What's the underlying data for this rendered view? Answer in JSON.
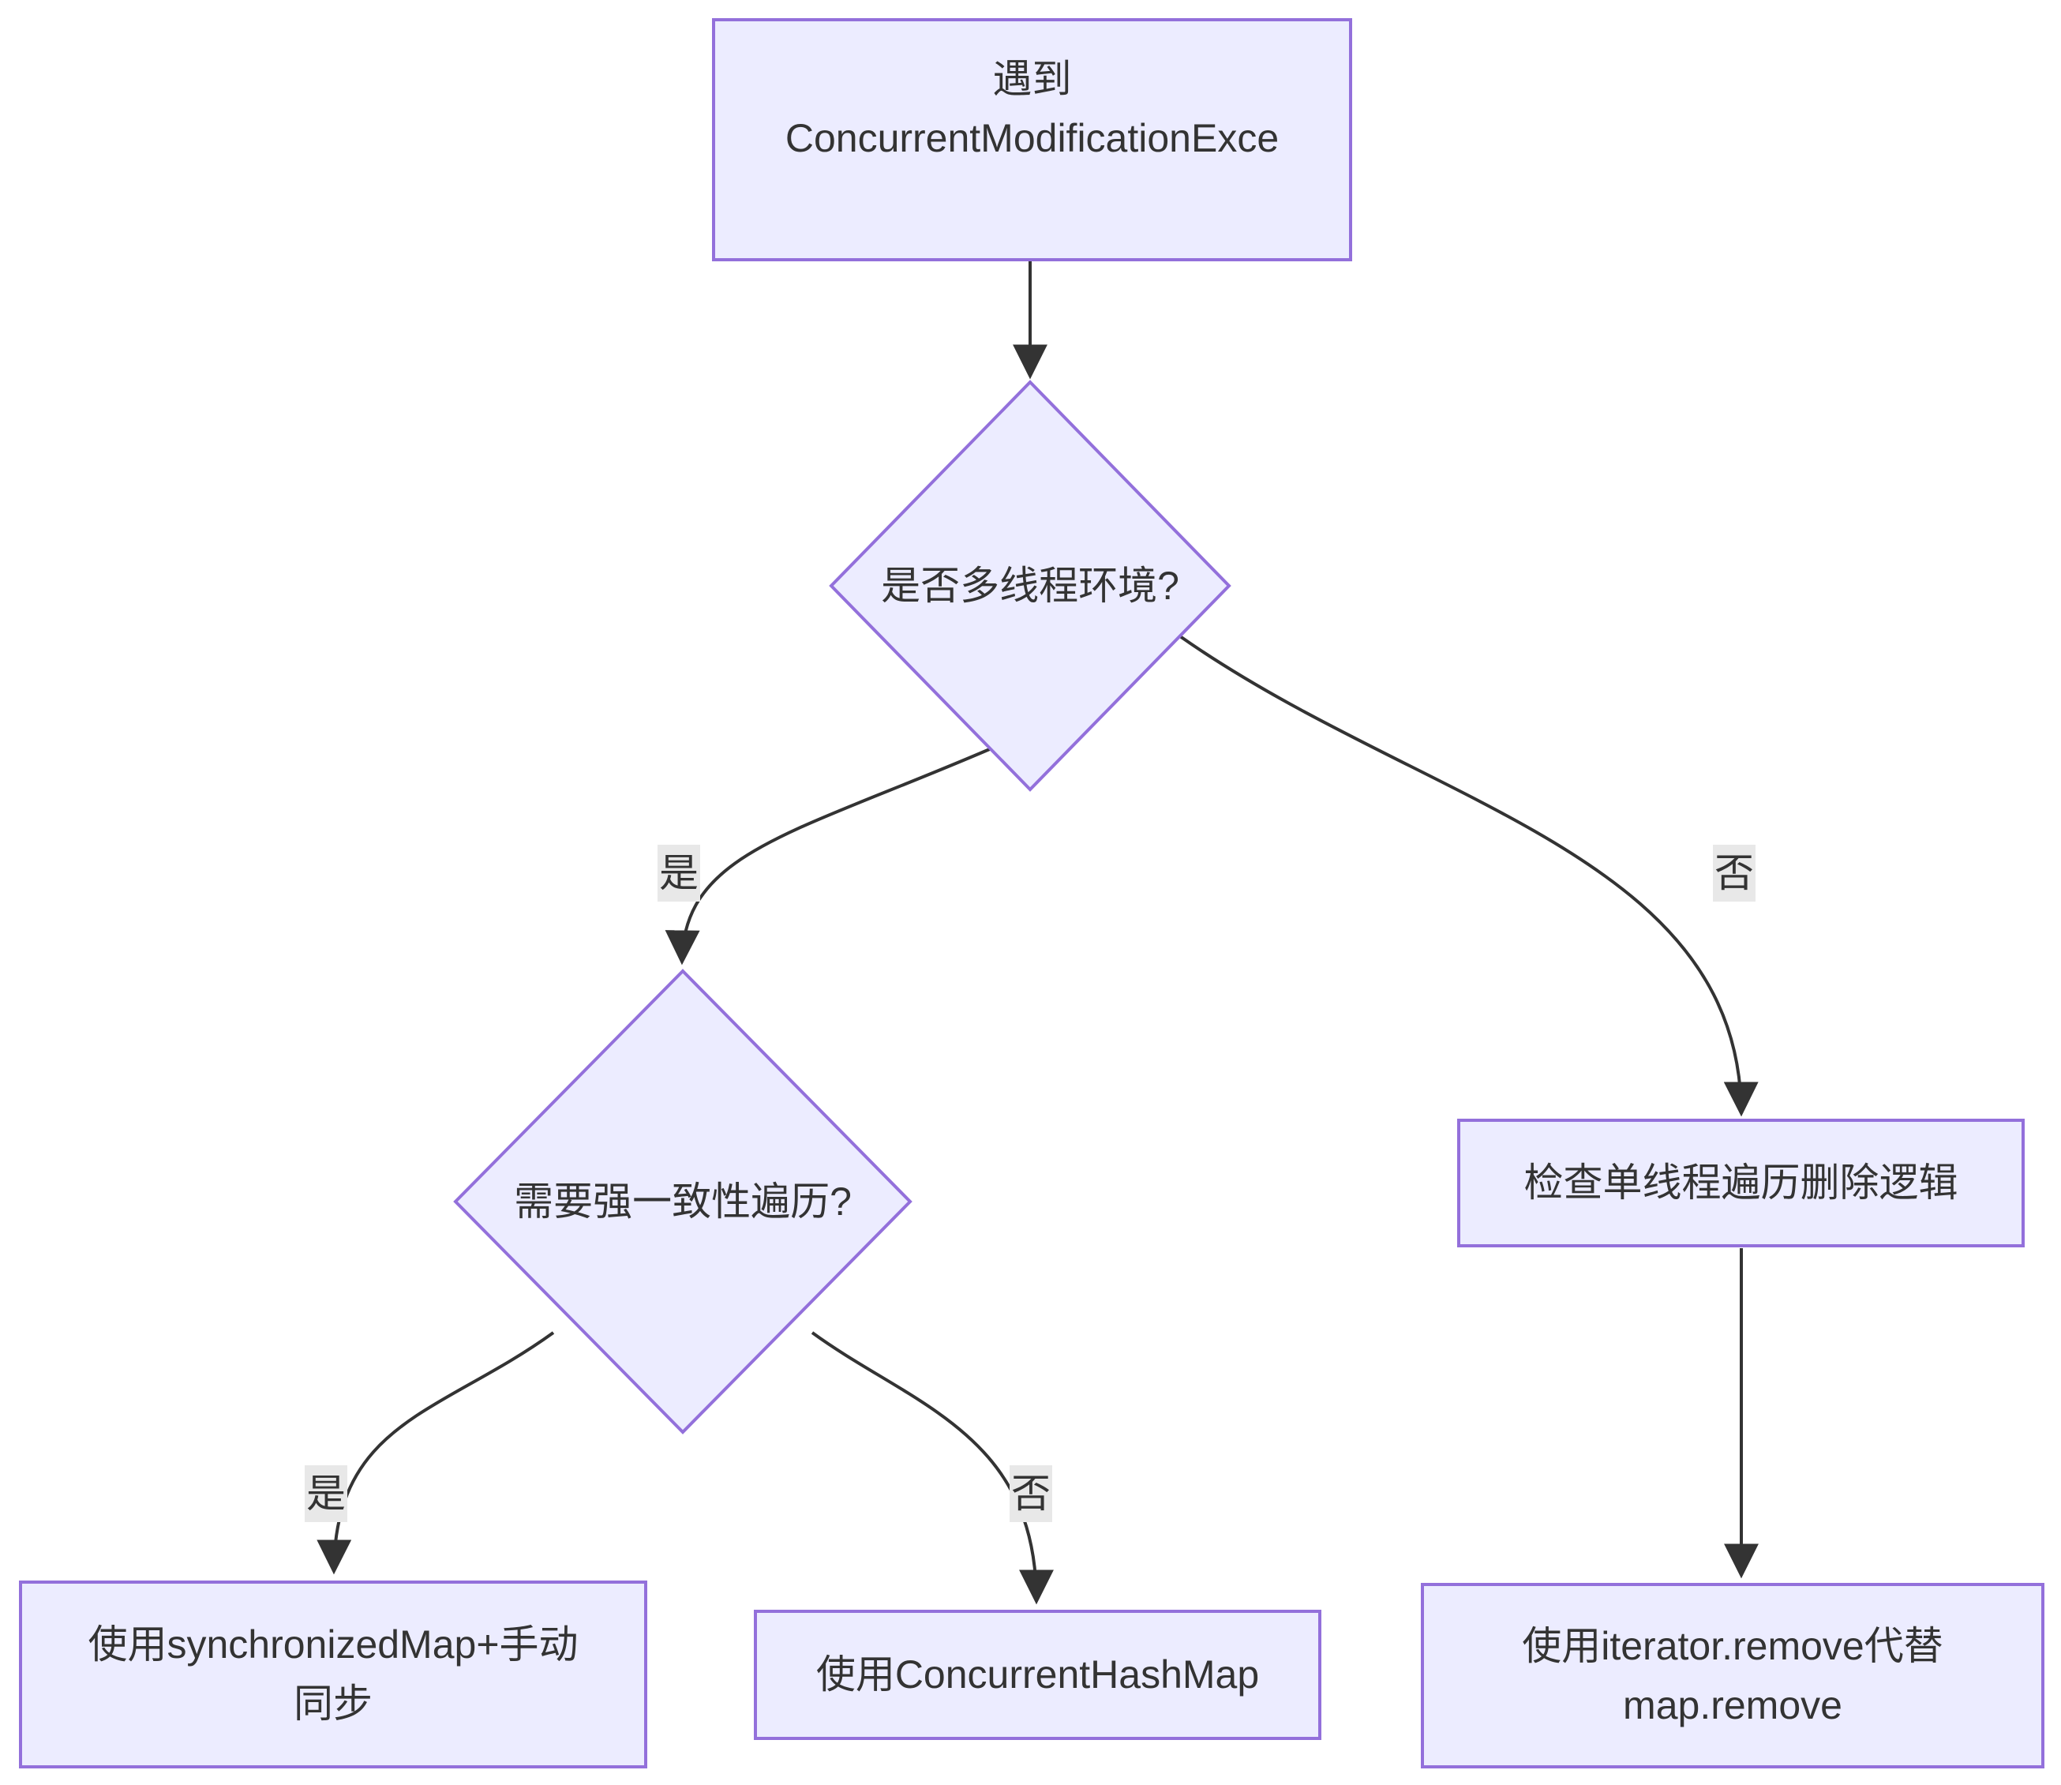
{
  "diagram": {
    "type": "flowchart",
    "direction": "top-down",
    "background": "#ffffff",
    "colors": {
      "background": "#ffffff",
      "node_fill": "#ECECFF",
      "node_border": "#9370DB",
      "edge_line": "#333333",
      "text": "#333333",
      "edge_label_bg": "#e8e8e8"
    },
    "nodes": {
      "start": {
        "shape": "rect",
        "lines": [
          "遇到",
          "ConcurrentModificationExce"
        ]
      },
      "decision_multithread": {
        "shape": "diamond",
        "label": "是否多线程环境?"
      },
      "decision_consistency": {
        "shape": "diamond",
        "label": "需要强一致性遍历?"
      },
      "check_single_thread": {
        "shape": "rect",
        "label": "检查单线程遍历删除逻辑"
      },
      "use_synchronized_map": {
        "shape": "rect",
        "lines": [
          "使用synchronizedMap+手动",
          "同步"
        ]
      },
      "use_concurrent_hashmap": {
        "shape": "rect",
        "label": "使用ConcurrentHashMap"
      },
      "use_iterator_remove": {
        "shape": "rect",
        "lines": [
          "使用iterator.remove代替",
          "map.remove"
        ]
      }
    },
    "edges": [
      {
        "from": "start",
        "to": "decision_multithread",
        "label": ""
      },
      {
        "from": "decision_multithread",
        "to": "decision_consistency",
        "label": "是"
      },
      {
        "from": "decision_multithread",
        "to": "check_single_thread",
        "label": "否"
      },
      {
        "from": "decision_consistency",
        "to": "use_synchronized_map",
        "label": "是"
      },
      {
        "from": "decision_consistency",
        "to": "use_concurrent_hashmap",
        "label": "否"
      },
      {
        "from": "check_single_thread",
        "to": "use_iterator_remove",
        "label": ""
      }
    ]
  }
}
